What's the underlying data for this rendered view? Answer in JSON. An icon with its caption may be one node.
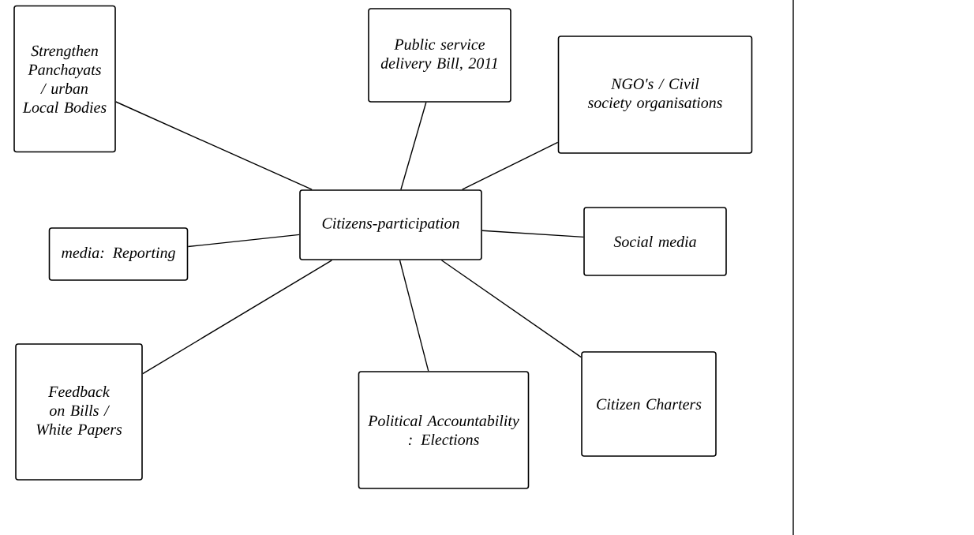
{
  "diagram": {
    "nodes": [
      {
        "text": [
          "Strengthen Panchayats / urban Local Bodies"
        ]
      },
      {
        "text": [
          "Public service delivery Bill, 2011"
        ]
      },
      {
        "text": [
          "NGO's / Civil society organisations"
        ]
      },
      {
        "text": [
          "media: Reporting"
        ]
      },
      {
        "text": [
          "Citizens-participation"
        ]
      },
      {
        "text": [
          "Social media"
        ]
      },
      {
        "text": [
          "Feedback on Bills / White Papers"
        ]
      },
      {
        "text": [
          "Political Accountability : Elections"
        ]
      },
      {
        "text": [
          "Citizen Charters"
        ]
      }
    ],
    "edges": [
      {
        "from": 4,
        "to": 0,
        "arrow": "none"
      },
      {
        "from": 4,
        "to": 1,
        "arrow": "none"
      },
      {
        "from": 4,
        "to": 2,
        "arrow": "none"
      },
      {
        "from": 4,
        "to": 3,
        "arrow": "none"
      },
      {
        "from": 4,
        "to": 5,
        "arrow": "none"
      },
      {
        "from": 4,
        "to": 6,
        "arrow": "none"
      },
      {
        "from": 4,
        "to": 7,
        "arrow": "none"
      },
      {
        "from": 4,
        "to": 8,
        "arrow": "none"
      }
    ]
  }
}
